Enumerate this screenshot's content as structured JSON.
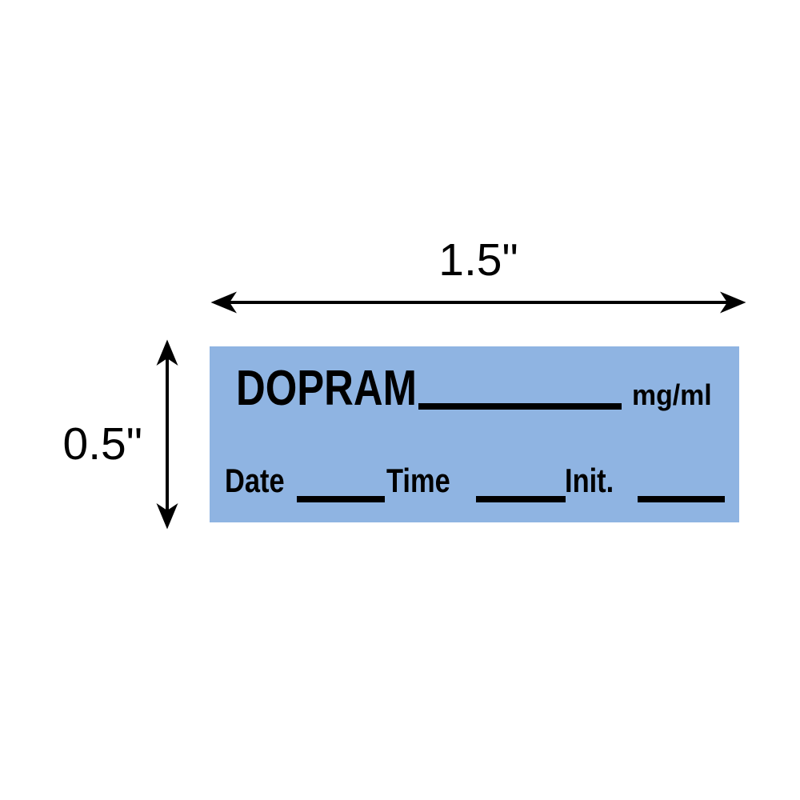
{
  "colors": {
    "canvas_bg": "#FFFFFF",
    "label_blue": "#8FB4E2",
    "ink": "#000000"
  },
  "dimensions": {
    "width_label": "1.5\"",
    "height_label": "0.5\""
  },
  "label": {
    "drug_name": "DOPRAM",
    "unit": "mg/ml",
    "date": "Date",
    "time": "Time",
    "init": "Init."
  }
}
